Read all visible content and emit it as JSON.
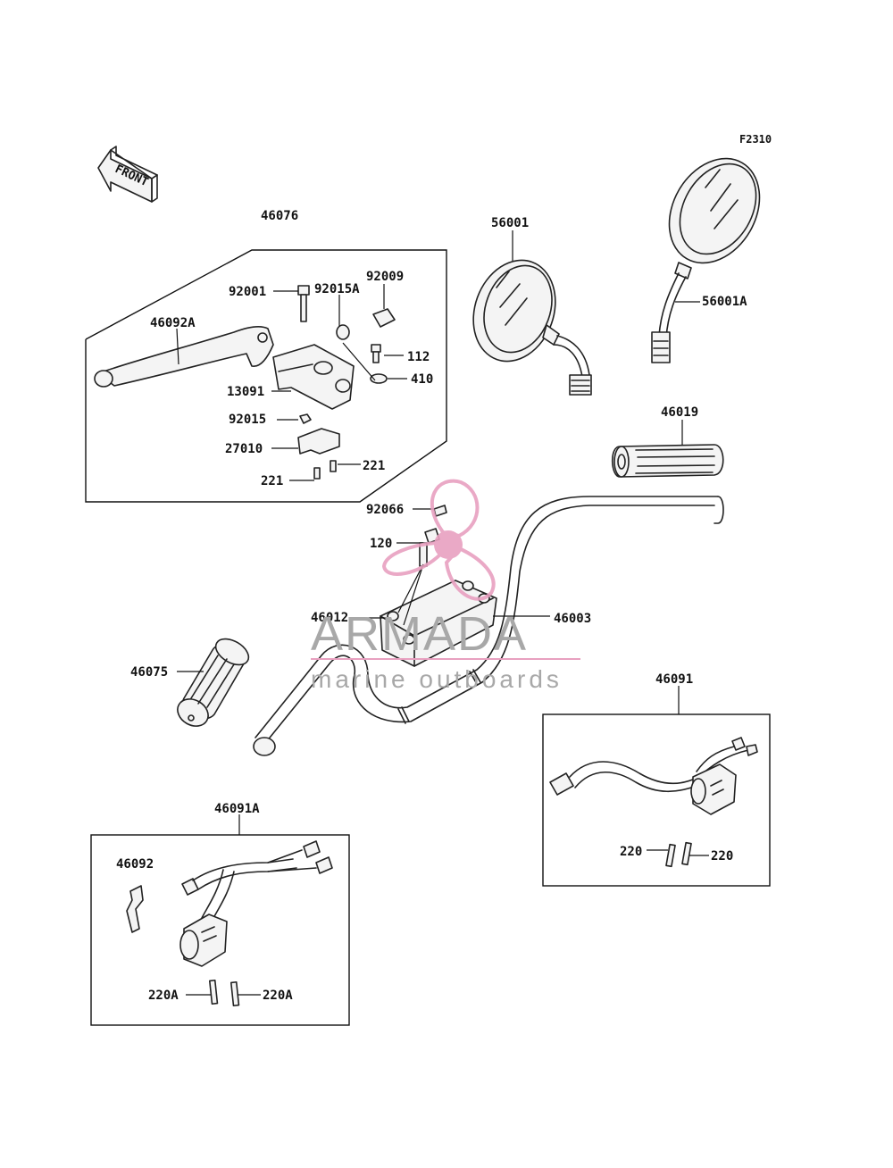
{
  "figure_code": "F2310",
  "front_label": "FRONT",
  "watermark": {
    "brand": "ARMADA",
    "tagline": "marine outboards",
    "color": "#e8a0c0"
  },
  "labels": {
    "p46076": "46076",
    "p46092A": "46092A",
    "p92001": "92001",
    "p92015A": "92015A",
    "p92009": "92009",
    "p112": "112",
    "p410": "410",
    "p13091": "13091",
    "p92015": "92015",
    "p27010": "27010",
    "p221a": "221",
    "p221b": "221",
    "p56001": "56001",
    "p56001A": "56001A",
    "p46019": "46019",
    "p92066": "92066",
    "p120": "120",
    "p46012": "46012",
    "p46003": "46003",
    "p46075": "46075",
    "p46091": "46091",
    "p220a": "220",
    "p220b": "220",
    "p46091A": "46091A",
    "p46092": "46092",
    "p220Aa": "220A",
    "p220Ab": "220A"
  }
}
